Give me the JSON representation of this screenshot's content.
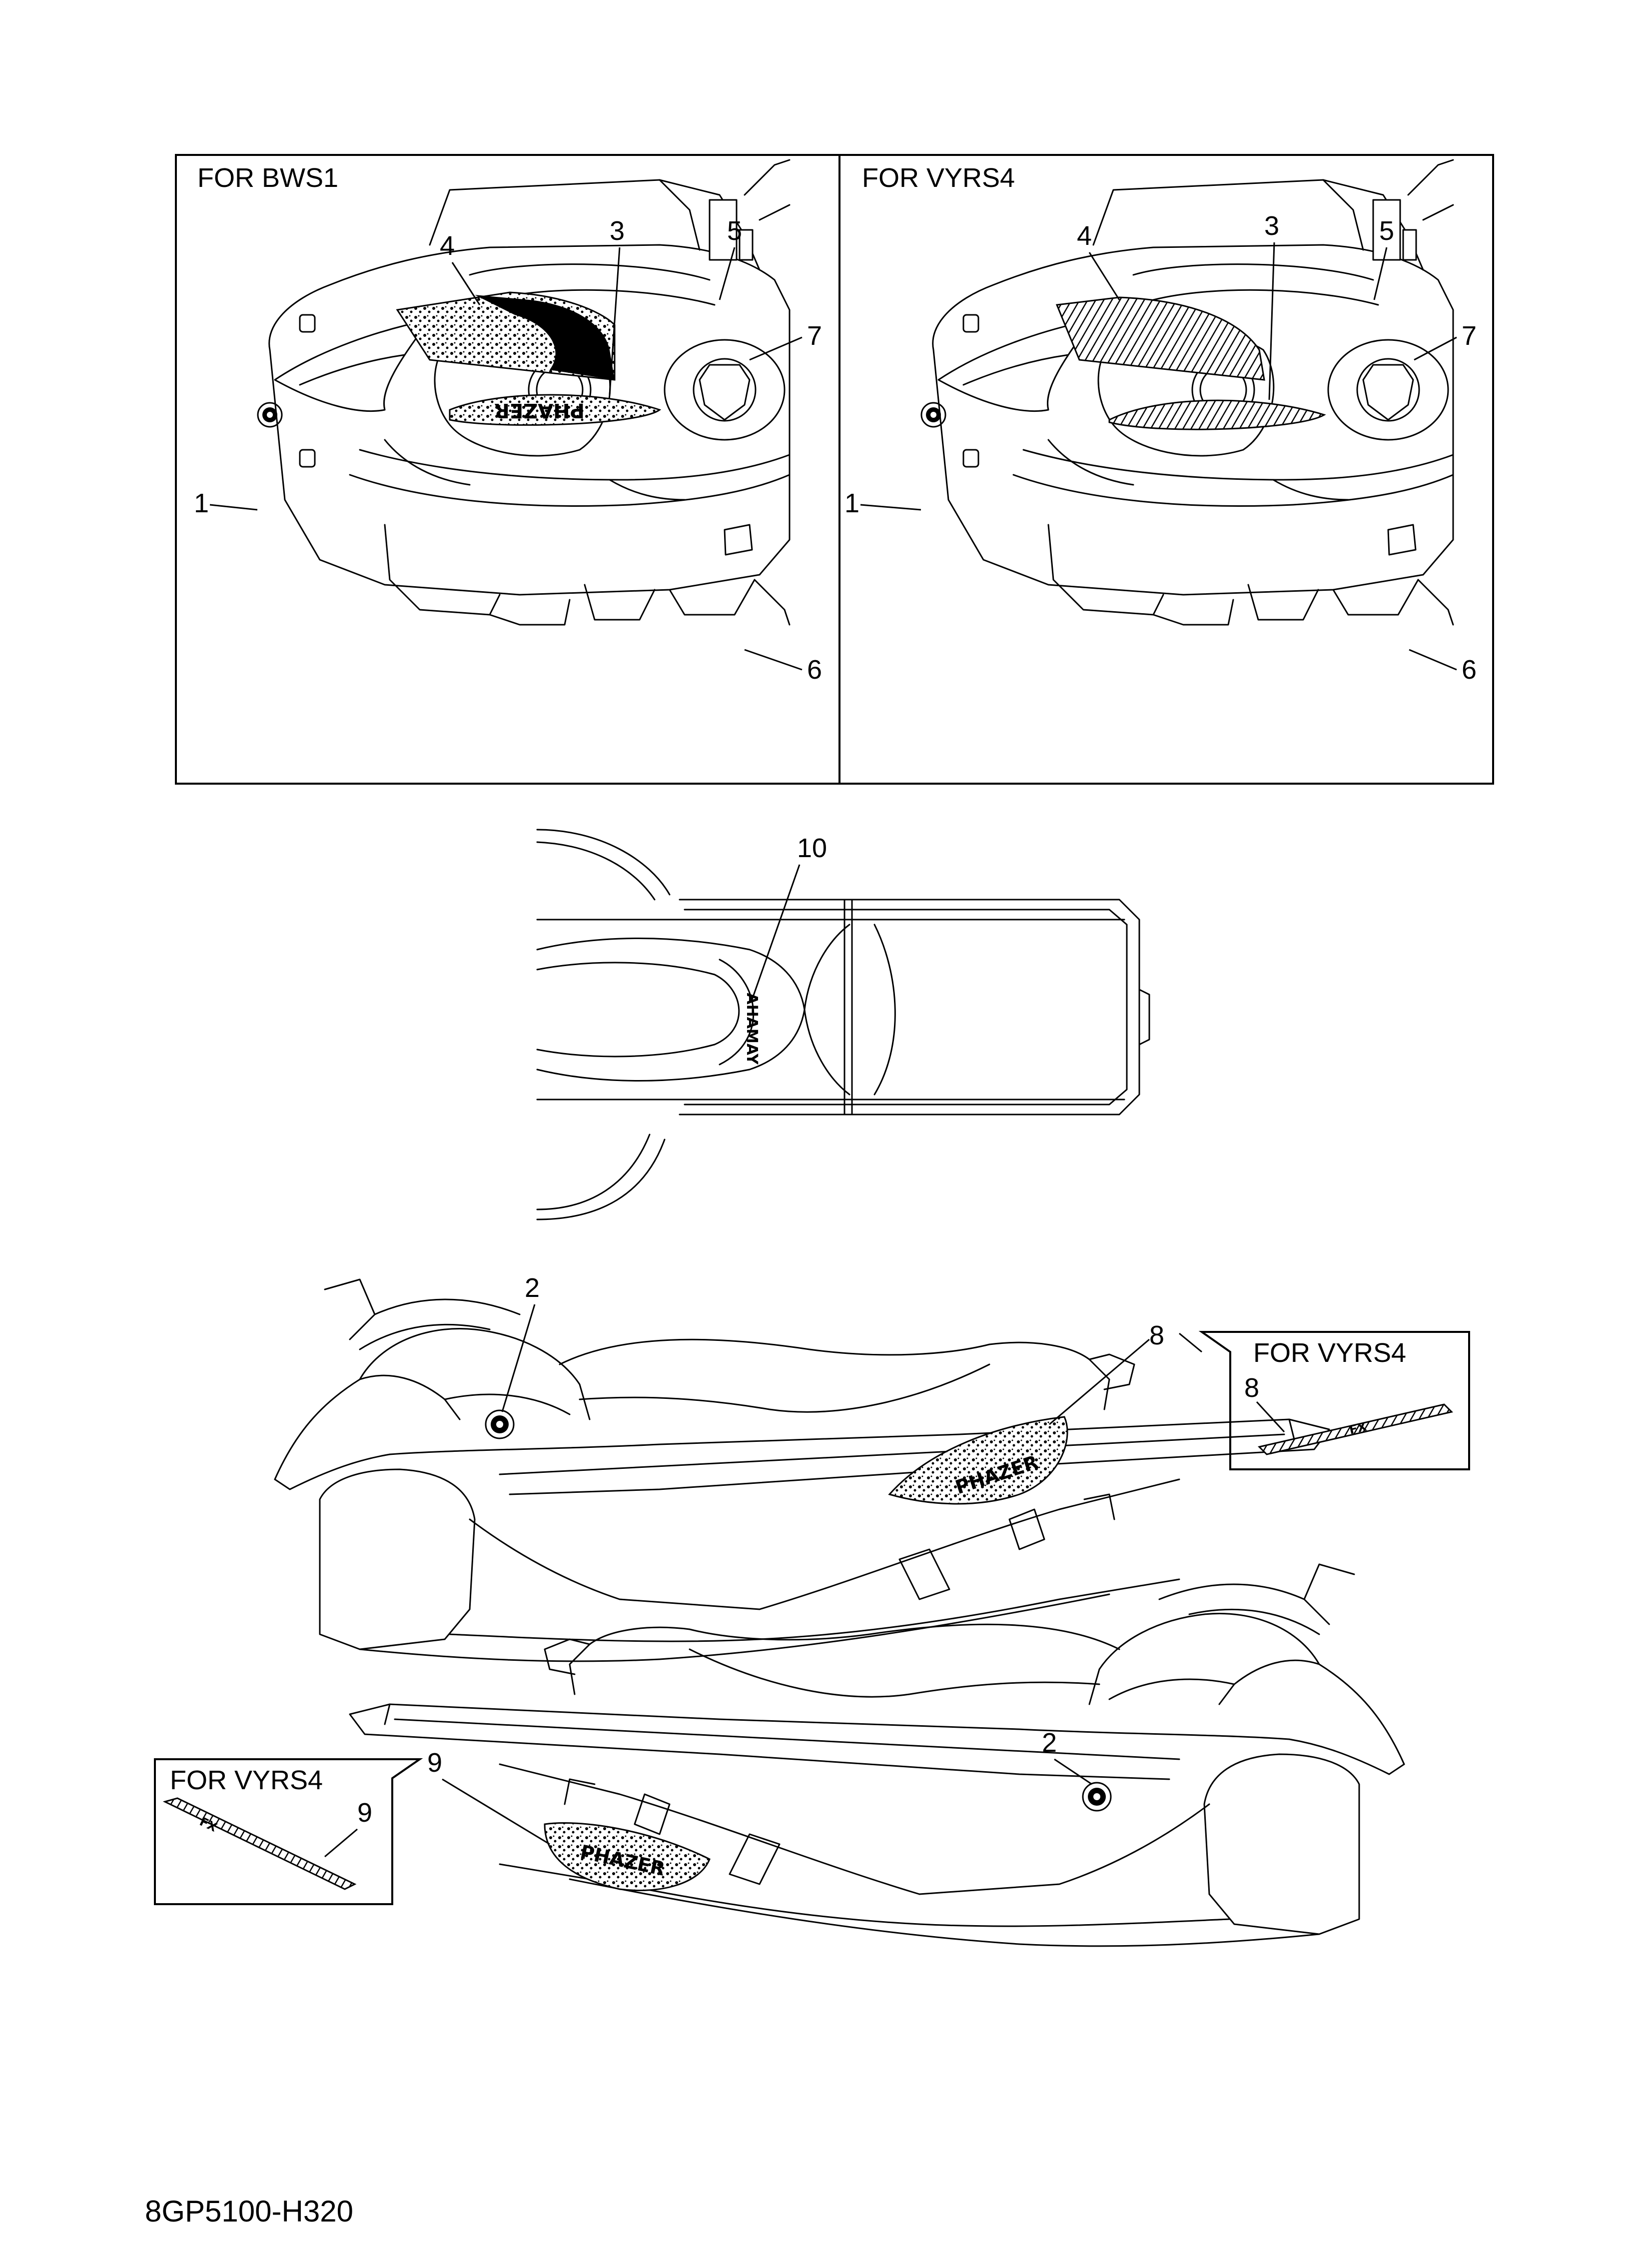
{
  "panels": {
    "left_title": "FOR BWS1",
    "right_title": "FOR VYRS4",
    "inset_a_title": "FOR VYRS4",
    "inset_b_title": "FOR VYRS4"
  },
  "callouts": {
    "n1": "1",
    "n2": "2",
    "n3": "3",
    "n4": "4",
    "n5": "5",
    "n6": "6",
    "n7": "7",
    "n8": "8",
    "n9": "9",
    "n10": "10"
  },
  "decals": {
    "yamaha": "YAMAHA",
    "phazer": "PHAZER",
    "fx": "FX"
  },
  "part_code": "8GP5100-H320"
}
